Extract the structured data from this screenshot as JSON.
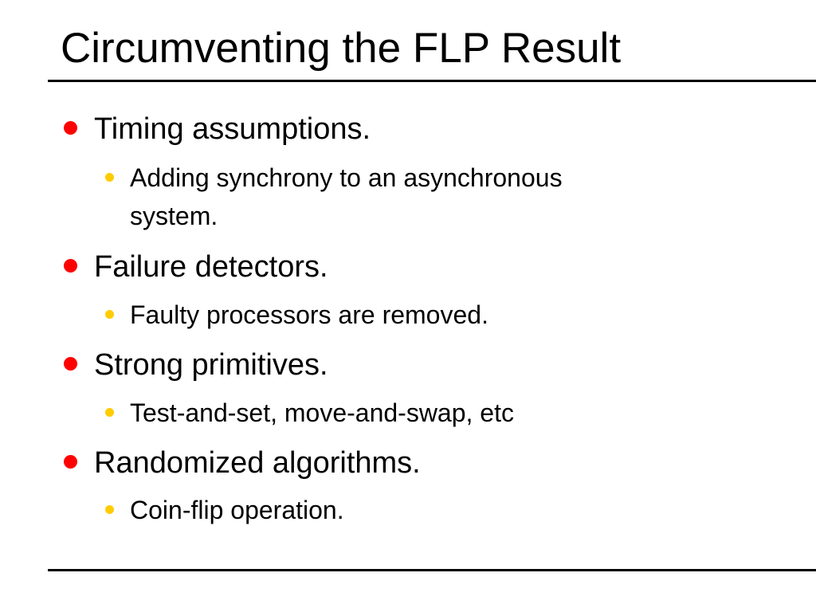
{
  "slide": {
    "title": "Circumventing the FLP Result",
    "colors": {
      "primary_bullet": "#ff0000",
      "secondary_bullet": "#ffcc00",
      "rule": "#000000"
    },
    "bullets": [
      {
        "text": "Timing assumptions.",
        "sub": {
          "line1": "Adding synchrony to an asynchronous",
          "line2": "system."
        }
      },
      {
        "text": "Failure detectors.",
        "sub": {
          "line1": "Faulty processors are removed."
        }
      },
      {
        "text": "Strong primitives.",
        "sub": {
          "line1": "Test-and-set, move-and-swap, etc"
        }
      },
      {
        "text": "Randomized algorithms.",
        "sub": {
          "line1": "Coin-flip operation."
        }
      }
    ]
  }
}
